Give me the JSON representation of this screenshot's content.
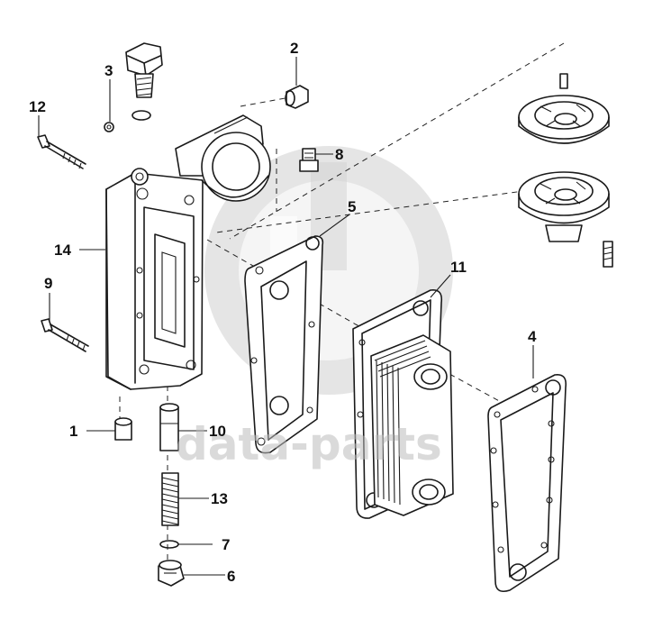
{
  "watermark": {
    "text": "data-parts"
  },
  "callouts": [
    {
      "id": "c1",
      "label": "1"
    },
    {
      "id": "c2",
      "label": "2"
    },
    {
      "id": "c3",
      "label": "3"
    },
    {
      "id": "c4",
      "label": "4"
    },
    {
      "id": "c5",
      "label": "5"
    },
    {
      "id": "c6",
      "label": "6"
    },
    {
      "id": "c7",
      "label": "7"
    },
    {
      "id": "c8",
      "label": "8"
    },
    {
      "id": "c9",
      "label": "9"
    },
    {
      "id": "c10",
      "label": "10"
    },
    {
      "id": "c11",
      "label": "11"
    },
    {
      "id": "c12",
      "label": "12"
    },
    {
      "id": "c13",
      "label": "13"
    },
    {
      "id": "c14",
      "label": "14"
    }
  ]
}
